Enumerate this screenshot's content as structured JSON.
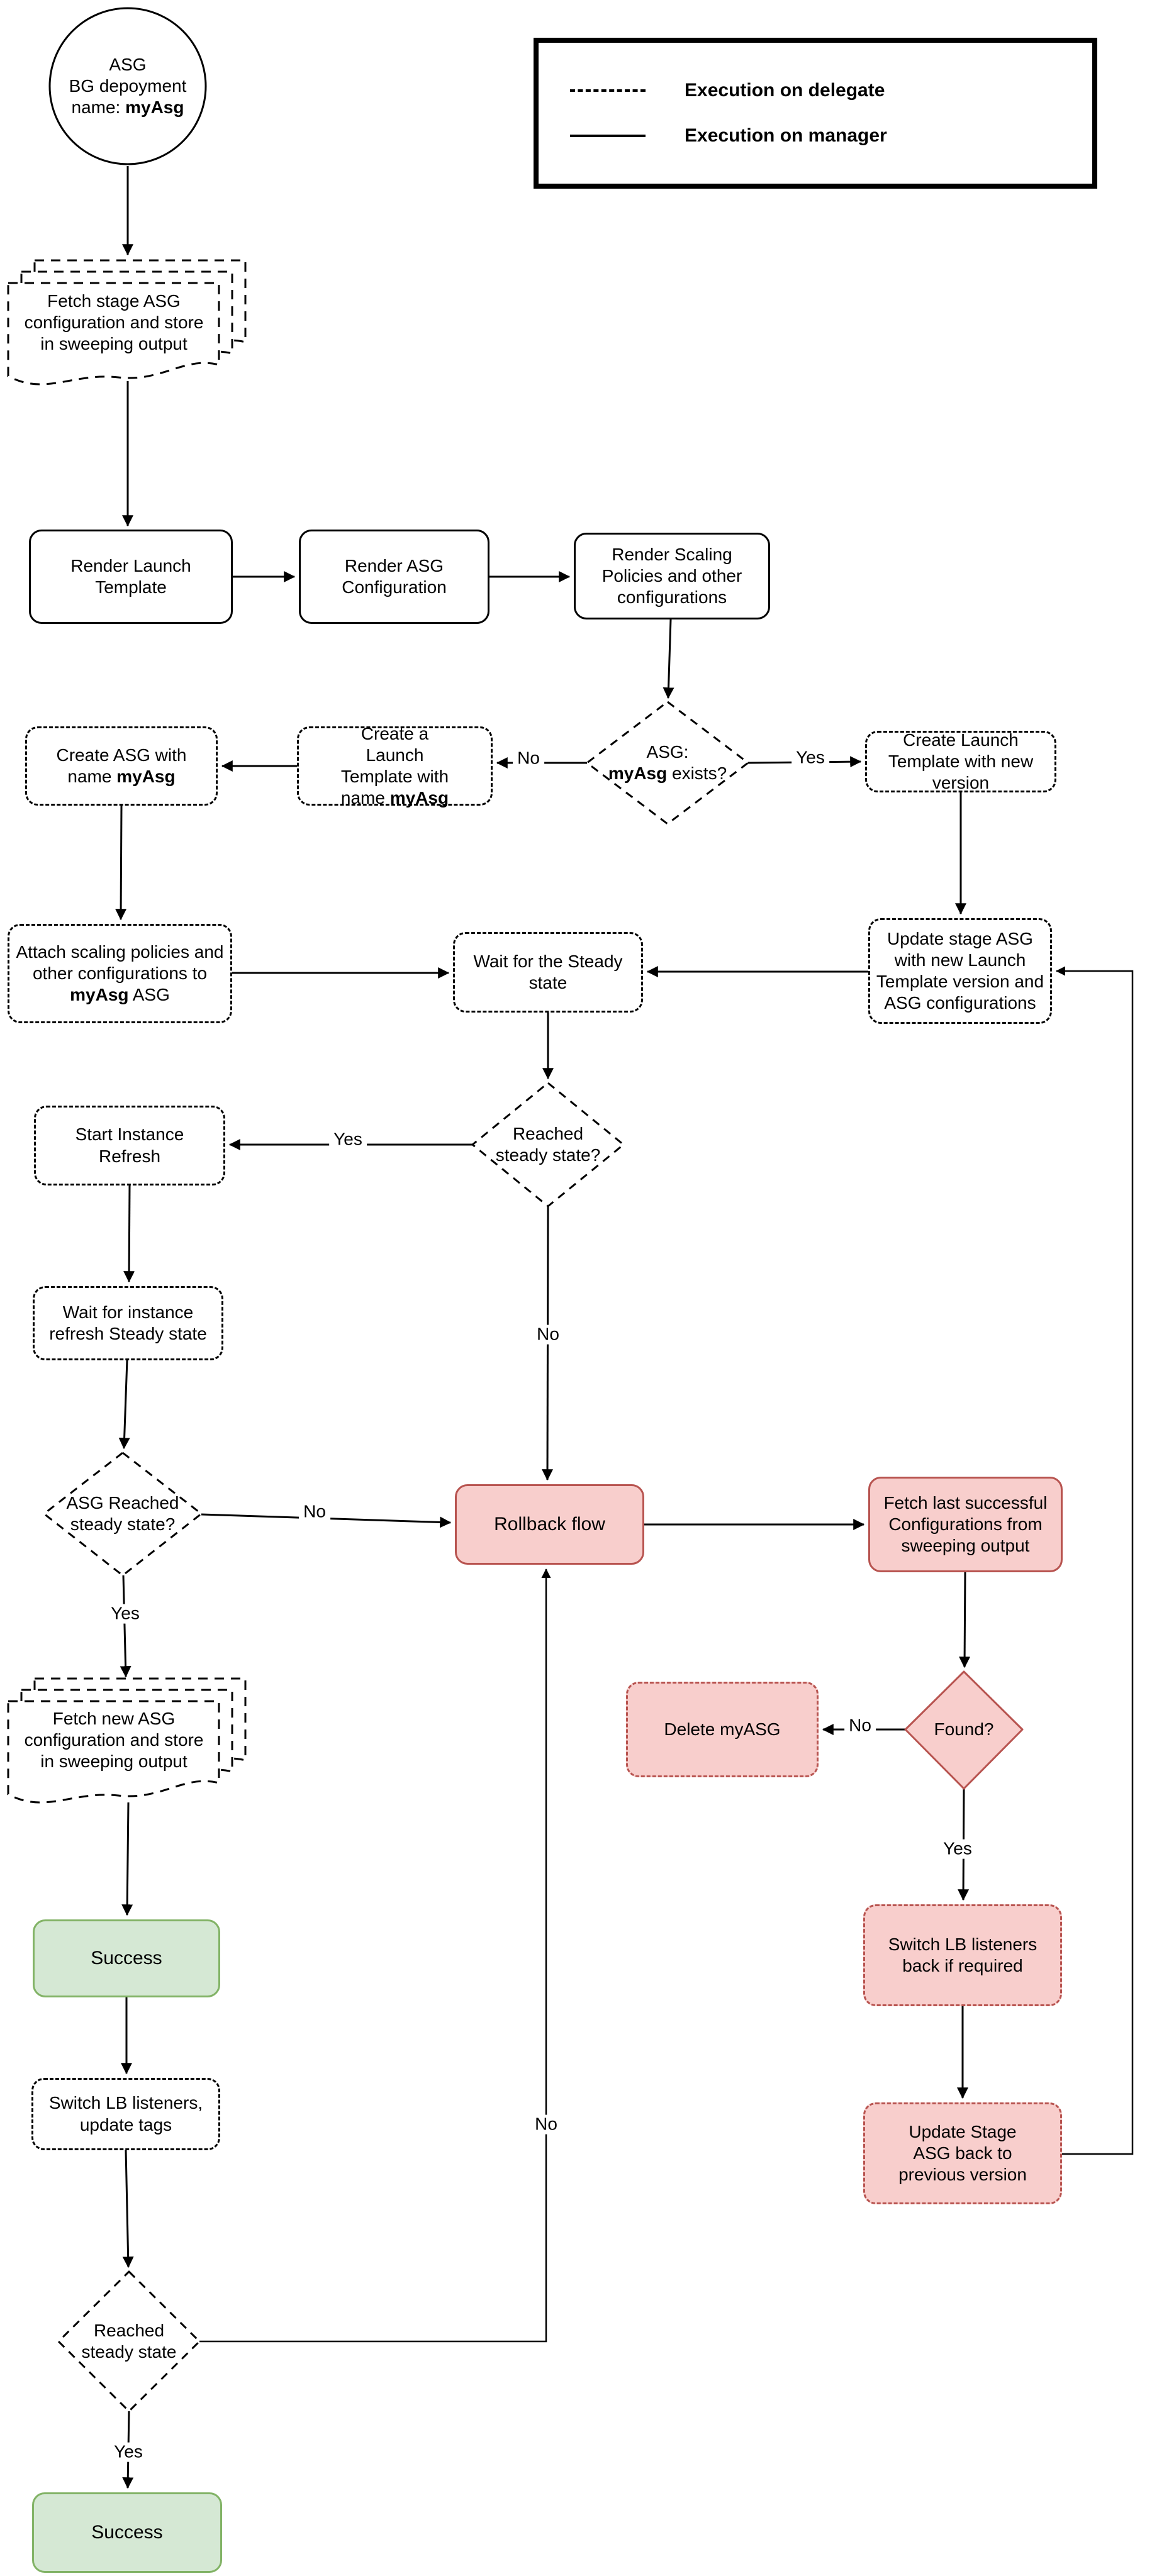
{
  "legend": {
    "items": [
      {
        "line_style": "dashed",
        "label": "Execution on delegate"
      },
      {
        "line_style": "solid",
        "label": "Execution on manager"
      }
    ]
  },
  "nodes": {
    "start": {
      "line1": "ASG",
      "line2": "BG depoyment",
      "line3_prefix": "name: ",
      "line3_bold": "myAsg"
    },
    "fetch_stage": {
      "label": "Fetch stage ASG configuration and store in sweeping output"
    },
    "render_launch_template": {
      "label": "Render Launch Template"
    },
    "render_asg_configuration": {
      "label": "Render ASG Configuration"
    },
    "render_scaling_policies": {
      "label": "Render Scaling Policies and other configurations"
    },
    "asg_exists": {
      "line1": "ASG:",
      "bold": "myAsg",
      "suffix": " exists?"
    },
    "create_launch_template_new": {
      "label": "Create Launch Template with new version"
    },
    "create_a_launch_template": {
      "prefix": "Create a Launch Template with name ",
      "bold": "myAsg"
    },
    "create_asg": {
      "prefix": "Create ASG with name ",
      "bold": "myAsg"
    },
    "attach_scaling": {
      "prefix": "Attach scaling policies and other configurations to ",
      "bold": "myAsg",
      "suffix": " ASG"
    },
    "wait_steady": {
      "label": "Wait for the Steady state"
    },
    "update_stage_asg": {
      "label": "Update stage ASG with new Launch Template version and ASG configurations"
    },
    "reached_steady_1": {
      "label": "Reached steady state?"
    },
    "start_instance_refresh": {
      "label": "Start Instance Refresh"
    },
    "wait_instance_refresh": {
      "label": "Wait for instance refresh Steady state"
    },
    "asg_reached_steady": {
      "label": "ASG Reached steady state?"
    },
    "rollback_flow": {
      "label": "Rollback flow"
    },
    "fetch_last_successful": {
      "label": "Fetch last successful Configurations from sweeping output"
    },
    "found": {
      "label": "Found?"
    },
    "delete_myasg": {
      "label": "Delete myASG"
    },
    "fetch_new_asg": {
      "label": "Fetch new ASG configuration and store in sweeping output"
    },
    "success_mid": {
      "label": "Success"
    },
    "switch_lb_listeners": {
      "label": "Switch LB listeners, update tags"
    },
    "reached_steady_2": {
      "label": "Reached steady state"
    },
    "success_final": {
      "label": "Success"
    },
    "switch_lb_back": {
      "label": "Switch LB listeners back if required"
    },
    "update_stage_back": {
      "label": "Update Stage ASG back to previous version"
    }
  },
  "labels": {
    "exists_yes": "Yes",
    "exists_no": "No",
    "reached1_yes": "Yes",
    "reached1_no": "No",
    "asg_reached_no": "No",
    "asg_reached_yes": "Yes",
    "found_no": "No",
    "found_yes": "Yes",
    "reached2_no": "No",
    "reached2_yes": "Yes"
  },
  "colors": {
    "pink_fill": "#f8cecc",
    "pink_border": "#b85450",
    "green_fill": "#d5e8d4",
    "green_border": "#82b366",
    "line": "#000000"
  }
}
